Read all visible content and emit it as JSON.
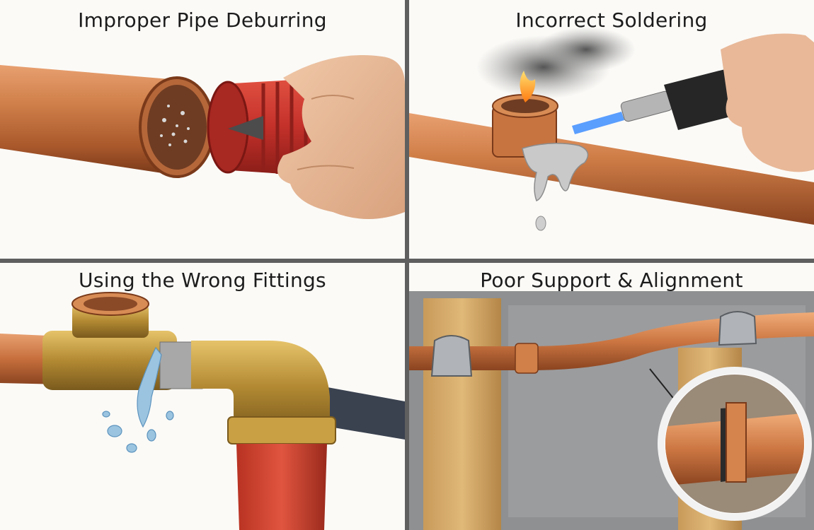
{
  "panels": [
    {
      "title": "Improper Pipe Deburring"
    },
    {
      "title": "Incorrect Soldering"
    },
    {
      "title": "Using the Wrong Fittings"
    },
    {
      "title": "Poor Support & Alignment"
    }
  ],
  "colors": {
    "copper": "#c8743f",
    "brass": "#c9a043",
    "deburr_tool": "#c8322a",
    "water": "#9bc4e0",
    "divider": "#5f5f5f"
  }
}
